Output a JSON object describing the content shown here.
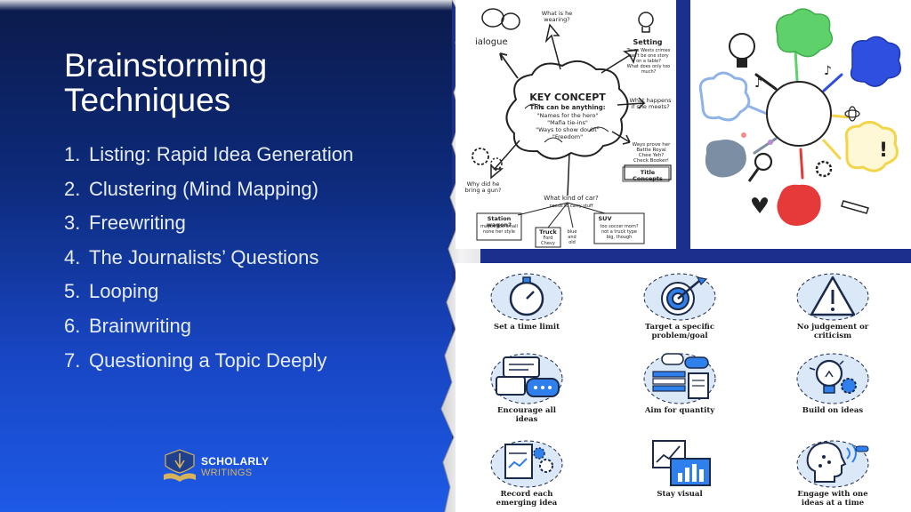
{
  "slide": {
    "title_line1": "Brainstorming",
    "title_line2": "Techniques",
    "techniques": [
      {
        "num": "1.",
        "label": "Listing: Rapid Idea Generation"
      },
      {
        "num": "2.",
        "label": "Clustering (Mind Mapping)"
      },
      {
        "num": "3.",
        "label": "Freewriting"
      },
      {
        "num": "4.",
        "label": "The Journalists’ Questions"
      },
      {
        "num": "5.",
        "label": "Looping"
      },
      {
        "num": "6.",
        "label": "Brainwriting"
      },
      {
        "num": "7.",
        "label": "Questioning a Topic Deeply"
      }
    ]
  },
  "logo": {
    "line1": "SCHOLARLY",
    "line2": "WRITINGS"
  },
  "sketch": {
    "center_title": "KEY CONCEPT",
    "center_sub": "This can be anything:",
    "center_items": [
      "\"Names for the hero\"",
      "\"Mafia tie-ins\"",
      "\"Ways to show doubt\"",
      "\"Freedom\""
    ],
    "dialogue": "ialogue",
    "wearing": "What is he\nwearing?",
    "setting": "Setting",
    "setting_note": "Texas Wests crimes\ncan't be one story\non a table?\nWhat does only too much?",
    "what_happens": "What happens\nif she meets?",
    "ways_note": "Ways prove her\nBattle Royal\nChee Yeh?\nCheck Booker!",
    "title_concepts": "Title Concepts",
    "why_gun": "Why did he\nbring a gun?",
    "car": "What kind of car?",
    "car_sub": "needs to carry stuff",
    "station_wagon": "Station wagon?",
    "station_note": "maybe too small\nnone her style",
    "truck": "Truck",
    "truck_note": "Ford\nChevy",
    "old": "blue\nand\nold",
    "suv": "SUV",
    "suv_note": "too soccer mom?\nnot a truck type\nbig, though"
  },
  "tips": [
    {
      "label": "Set a time limit"
    },
    {
      "label": "Target a specific\nproblem/goal"
    },
    {
      "label": "No judgement or\ncriticism"
    },
    {
      "label": "Encourage all\nideas"
    },
    {
      "label": "Aim for quantity"
    },
    {
      "label": "Build on ideas"
    },
    {
      "label": "Record each\nemerging idea"
    },
    {
      "label": "Stay visual"
    },
    {
      "label": "Engage with one\nideas at a time"
    }
  ],
  "colors": {
    "accent_blue": "#2f80ed",
    "panel_blue": "#1c2f8a",
    "mindmap_green": "#5fd16a",
    "mindmap_blue": "#2f4fe0",
    "mindmap_red": "#e63a3a",
    "mindmap_yellow": "#f2d54a",
    "mindmap_gray": "#7c8ea4",
    "logo_gold": "#d8b35a"
  }
}
